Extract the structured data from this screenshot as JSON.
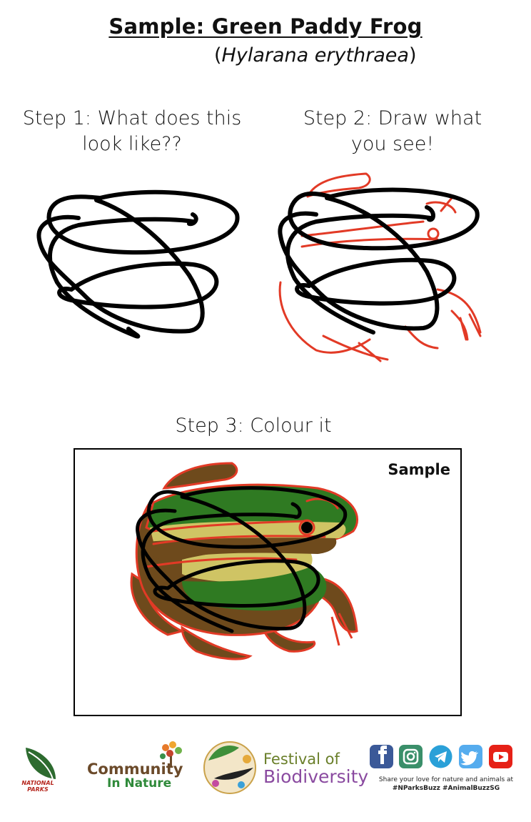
{
  "header": {
    "title": "Sample: Green Paddy Frog",
    "subtitle_open": "(",
    "subtitle_italic": "Hylarana erythraea",
    "subtitle_close": ")"
  },
  "steps": {
    "step1": "Step 1: What does this look like??",
    "step2": "Step 2: Draw what you see!",
    "step3": "Step 3: Colour it"
  },
  "sample_box": {
    "label": "Sample"
  },
  "footer": {
    "national_parks": "NATIONAL PARKS",
    "community_name": "Community",
    "community_sub": "In Nature",
    "festival_line1": "Festival of",
    "festival_line2": "Biodiversity",
    "share_line1": "Share your love for nature and animals at",
    "share_line2": "#NParksBuzz #AnimalBuzzSG",
    "social_icons": [
      "facebook-icon",
      "instagram-icon",
      "telegram-icon",
      "twitter-icon",
      "youtube-icon"
    ]
  },
  "colors": {
    "outline_red": "#e23a26",
    "scribble_black": "#000000",
    "frog_green": "#2f7a22",
    "frog_brown": "#6e4a1c",
    "frog_yellow": "#cfc464",
    "facebook": "#3b5998",
    "instagram": "#3a8f6a",
    "telegram": "#2aa0d8",
    "twitter": "#55acee",
    "youtube": "#e62117"
  }
}
